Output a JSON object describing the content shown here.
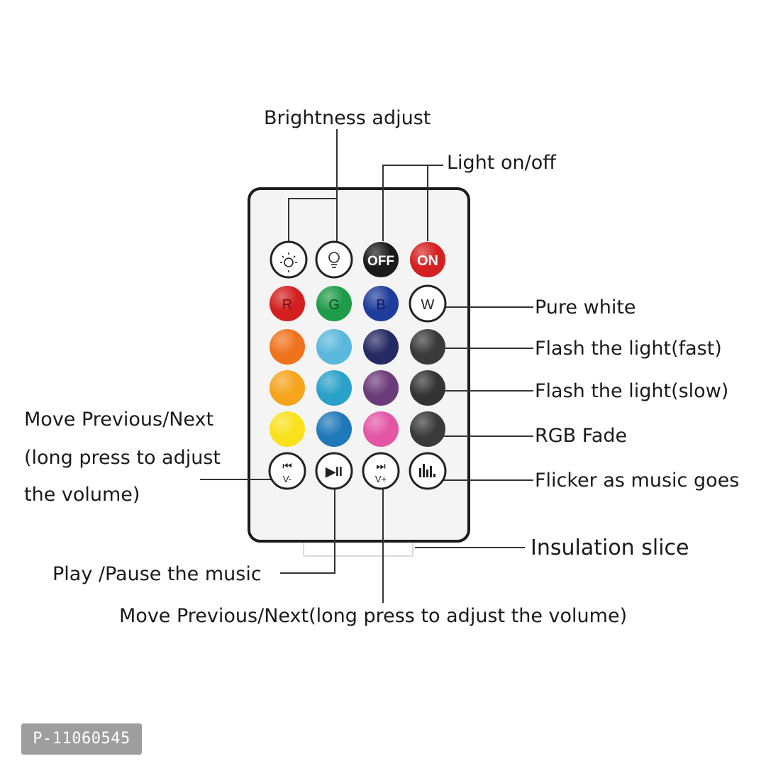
{
  "labels": {
    "brightness": "Brightness adjust",
    "light_onoff": "Light on/off",
    "pure_white": "Pure white",
    "flash_fast": "Flash the light(fast)",
    "flash_slow": "Flash the light(slow)",
    "rgb_fade": "RGB Fade",
    "flicker_music": "Flicker as music goes",
    "insulation": "Insulation slice",
    "prev_next_left_1": "Move Previous/Next",
    "prev_next_left_2": "(long press to adjust",
    "prev_next_left_3": "the volume)",
    "play_pause": "Play /Pause the music",
    "prev_next_bottom": "Move Previous/Next(long press to adjust the volume)"
  },
  "buttons": {
    "off": "OFF",
    "on": "ON",
    "r": "R",
    "g": "G",
    "b": "B",
    "w": "W",
    "prev_sub": "V-",
    "next_sub": "V+",
    "play_pause_glyph": "▶II",
    "prev_glyph": "⏮",
    "next_glyph": "⏭",
    "music_glyph": "ılıl."
  },
  "colors": {
    "off_button": "#1a1a1a",
    "on_button": "#d42020",
    "r": "#d31f1f",
    "g": "#1e9c48",
    "b": "#1f3c9c",
    "row3": [
      "#f0721c",
      "#5ab8dc",
      "#262a63",
      "#3a3a3a"
    ],
    "row4": [
      "#f5a41b",
      "#2aa1c9",
      "#6c3b79",
      "#333333"
    ],
    "row5": [
      "#f9e21b",
      "#1f78b8",
      "#e356a6",
      "#3a3a3a"
    ]
  },
  "sku": "P-11060545"
}
